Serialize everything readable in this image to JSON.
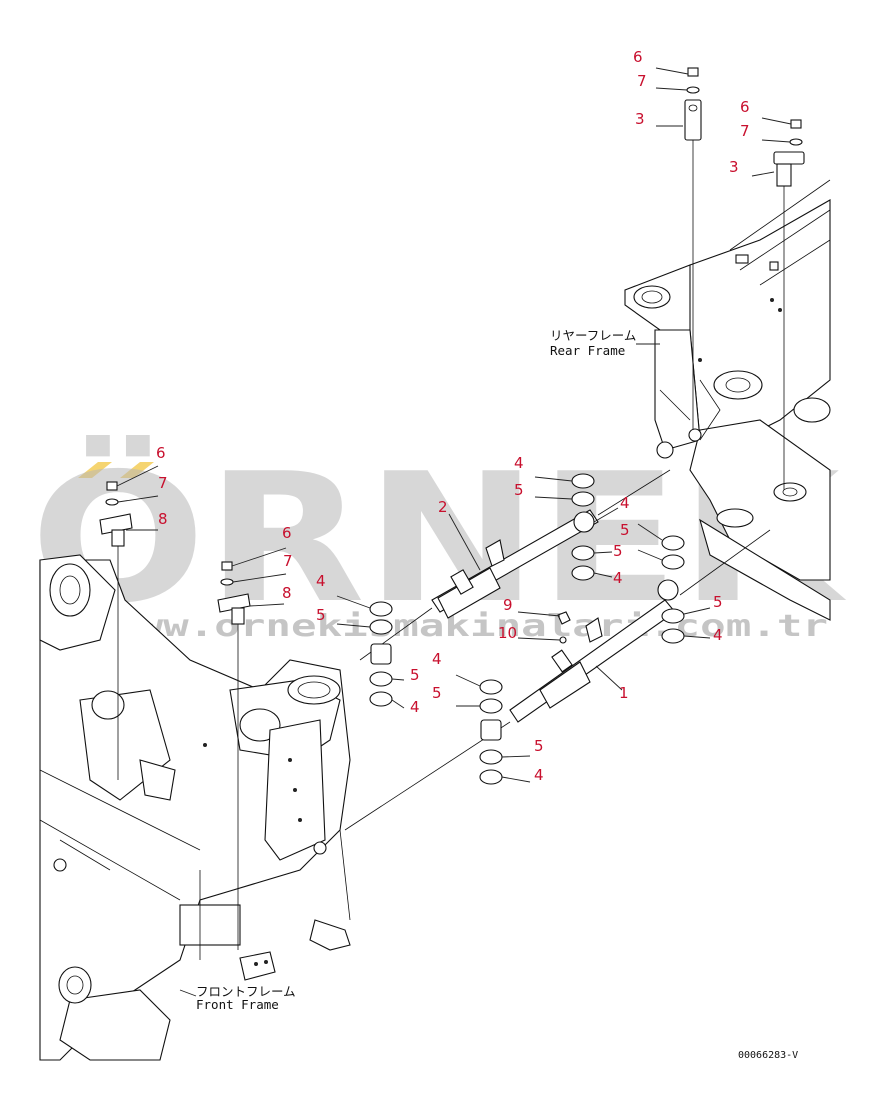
{
  "labels": {
    "rear_jp": "リヤーフレーム",
    "rear_en": "Rear Frame",
    "front_jp": "フロントフレーム",
    "front_en": "Front Frame"
  },
  "drawing_code": "00066283-V",
  "watermark": {
    "brand": "ÖRNEK",
    "url": "www.ornekismakinalari.com.tr"
  },
  "colors": {
    "callout": "#c8102e",
    "line": "#111111",
    "watermark": "#b8b8b8",
    "watermark_accent": "#f2c94c"
  },
  "callouts": [
    {
      "id": "c-6-top",
      "text": "6"
    },
    {
      "id": "c-7-top",
      "text": "7"
    },
    {
      "id": "c-3-top",
      "text": "3"
    },
    {
      "id": "c-6-right",
      "text": "6"
    },
    {
      "id": "c-7-right",
      "text": "7"
    },
    {
      "id": "c-3-right",
      "text": "3"
    },
    {
      "id": "c-6-left",
      "text": "6"
    },
    {
      "id": "c-7-left",
      "text": "7"
    },
    {
      "id": "c-8-left",
      "text": "8"
    },
    {
      "id": "c-6-mid",
      "text": "6"
    },
    {
      "id": "c-7-mid",
      "text": "7"
    },
    {
      "id": "c-8-mid",
      "text": "8"
    },
    {
      "id": "c-2",
      "text": "2"
    },
    {
      "id": "c-1",
      "text": "1"
    },
    {
      "id": "c-9",
      "text": "9"
    },
    {
      "id": "c-10",
      "text": "10"
    },
    {
      "id": "c-4-a",
      "text": "4"
    },
    {
      "id": "c-5-a",
      "text": "5"
    },
    {
      "id": "c-4-b",
      "text": "4"
    },
    {
      "id": "c-5-b",
      "text": "5"
    },
    {
      "id": "c-5-c",
      "text": "5"
    },
    {
      "id": "c-4-c",
      "text": "4"
    },
    {
      "id": "c-5-d",
      "text": "5"
    },
    {
      "id": "c-4-d",
      "text": "4"
    },
    {
      "id": "c-4-e",
      "text": "4"
    },
    {
      "id": "c-5-e",
      "text": "5"
    },
    {
      "id": "c-5-f",
      "text": "5"
    },
    {
      "id": "c-4-f",
      "text": "4"
    },
    {
      "id": "c-4-g",
      "text": "4"
    },
    {
      "id": "c-5-g",
      "text": "5"
    },
    {
      "id": "c-5-h",
      "text": "5"
    },
    {
      "id": "c-4-h",
      "text": "4"
    }
  ]
}
